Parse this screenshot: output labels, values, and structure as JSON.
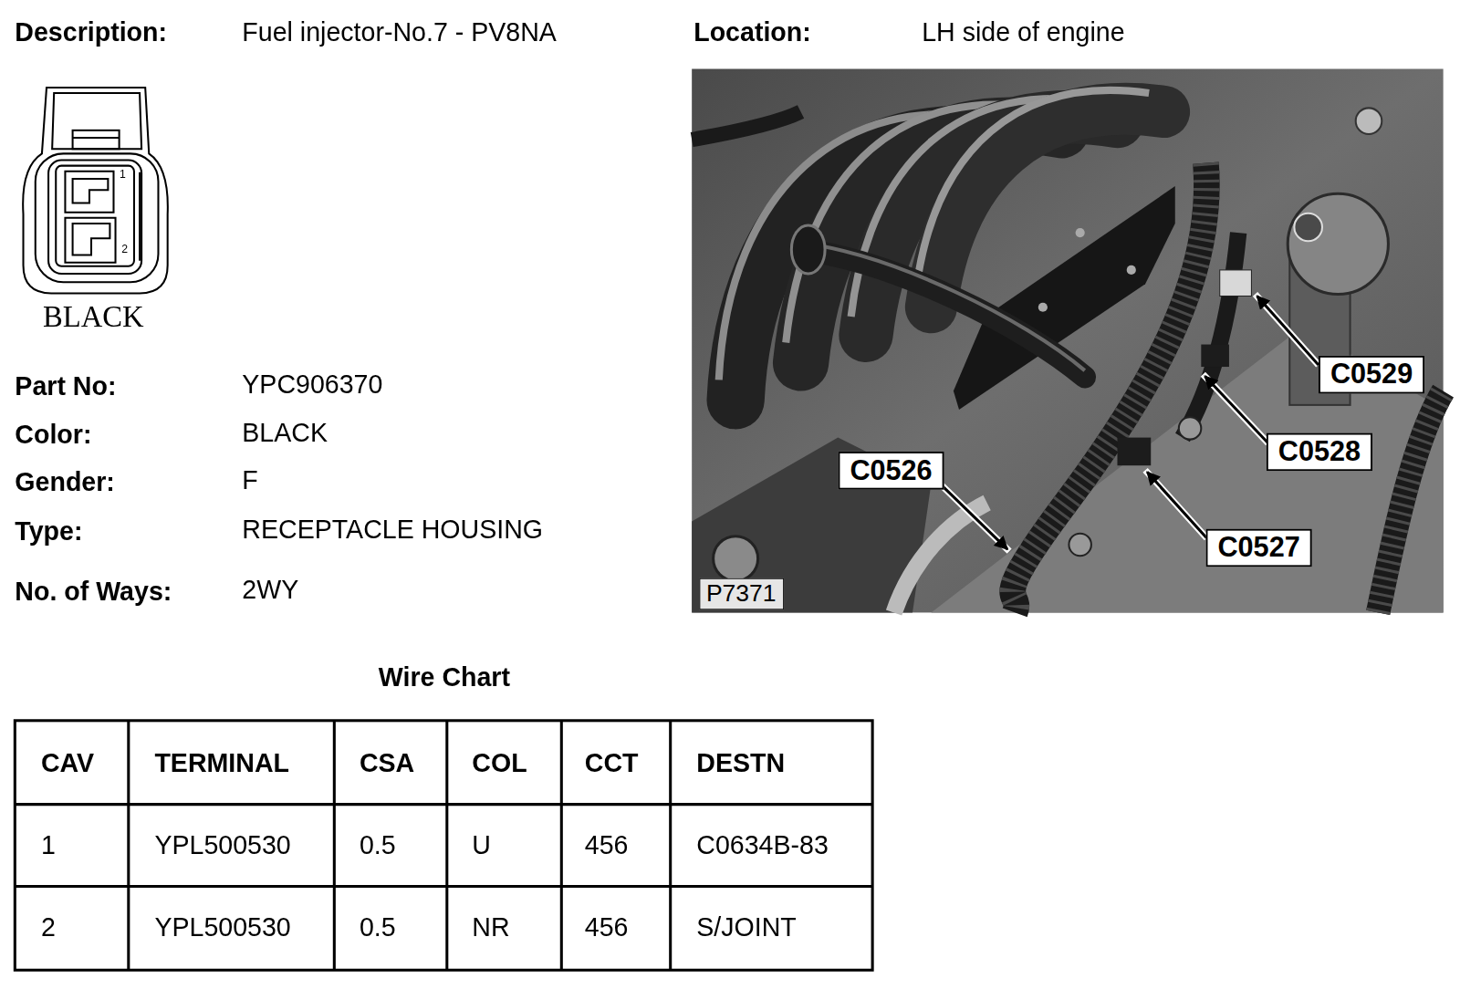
{
  "diagram": {
    "nodes": [
      {
        "text": [
          "C0529"
        ]
      },
      {
        "text": [
          "C0528"
        ]
      },
      {
        "text": [
          "C0526"
        ]
      },
      {
        "text": [
          "C0527"
        ]
      },
      {
        "text": [
          "P7371"
        ]
      }
    ],
    "labels": [
      "Description:",
      "Fuel injector-No.7 - PV8NA",
      "Location:",
      "LH side of engine",
      "1",
      "2",
      "BLACK",
      "Part No:",
      "YPC906370",
      "Color:",
      "BLACK",
      "Gender:",
      "F",
      "Type:",
      "RECEPTACLE HOUSING",
      "No. of Ways:",
      "2WY",
      "Wire Chart",
      "CAV",
      "TERMINAL",
      "CSA",
      "COL",
      "CCT",
      "DESTN",
      "1",
      "YPL500530",
      "0.5",
      "U",
      "456",
      "C0634B-83",
      "2",
      "YPL500530",
      "0.5",
      "NR",
      "456",
      "S/JOINT"
    ]
  }
}
